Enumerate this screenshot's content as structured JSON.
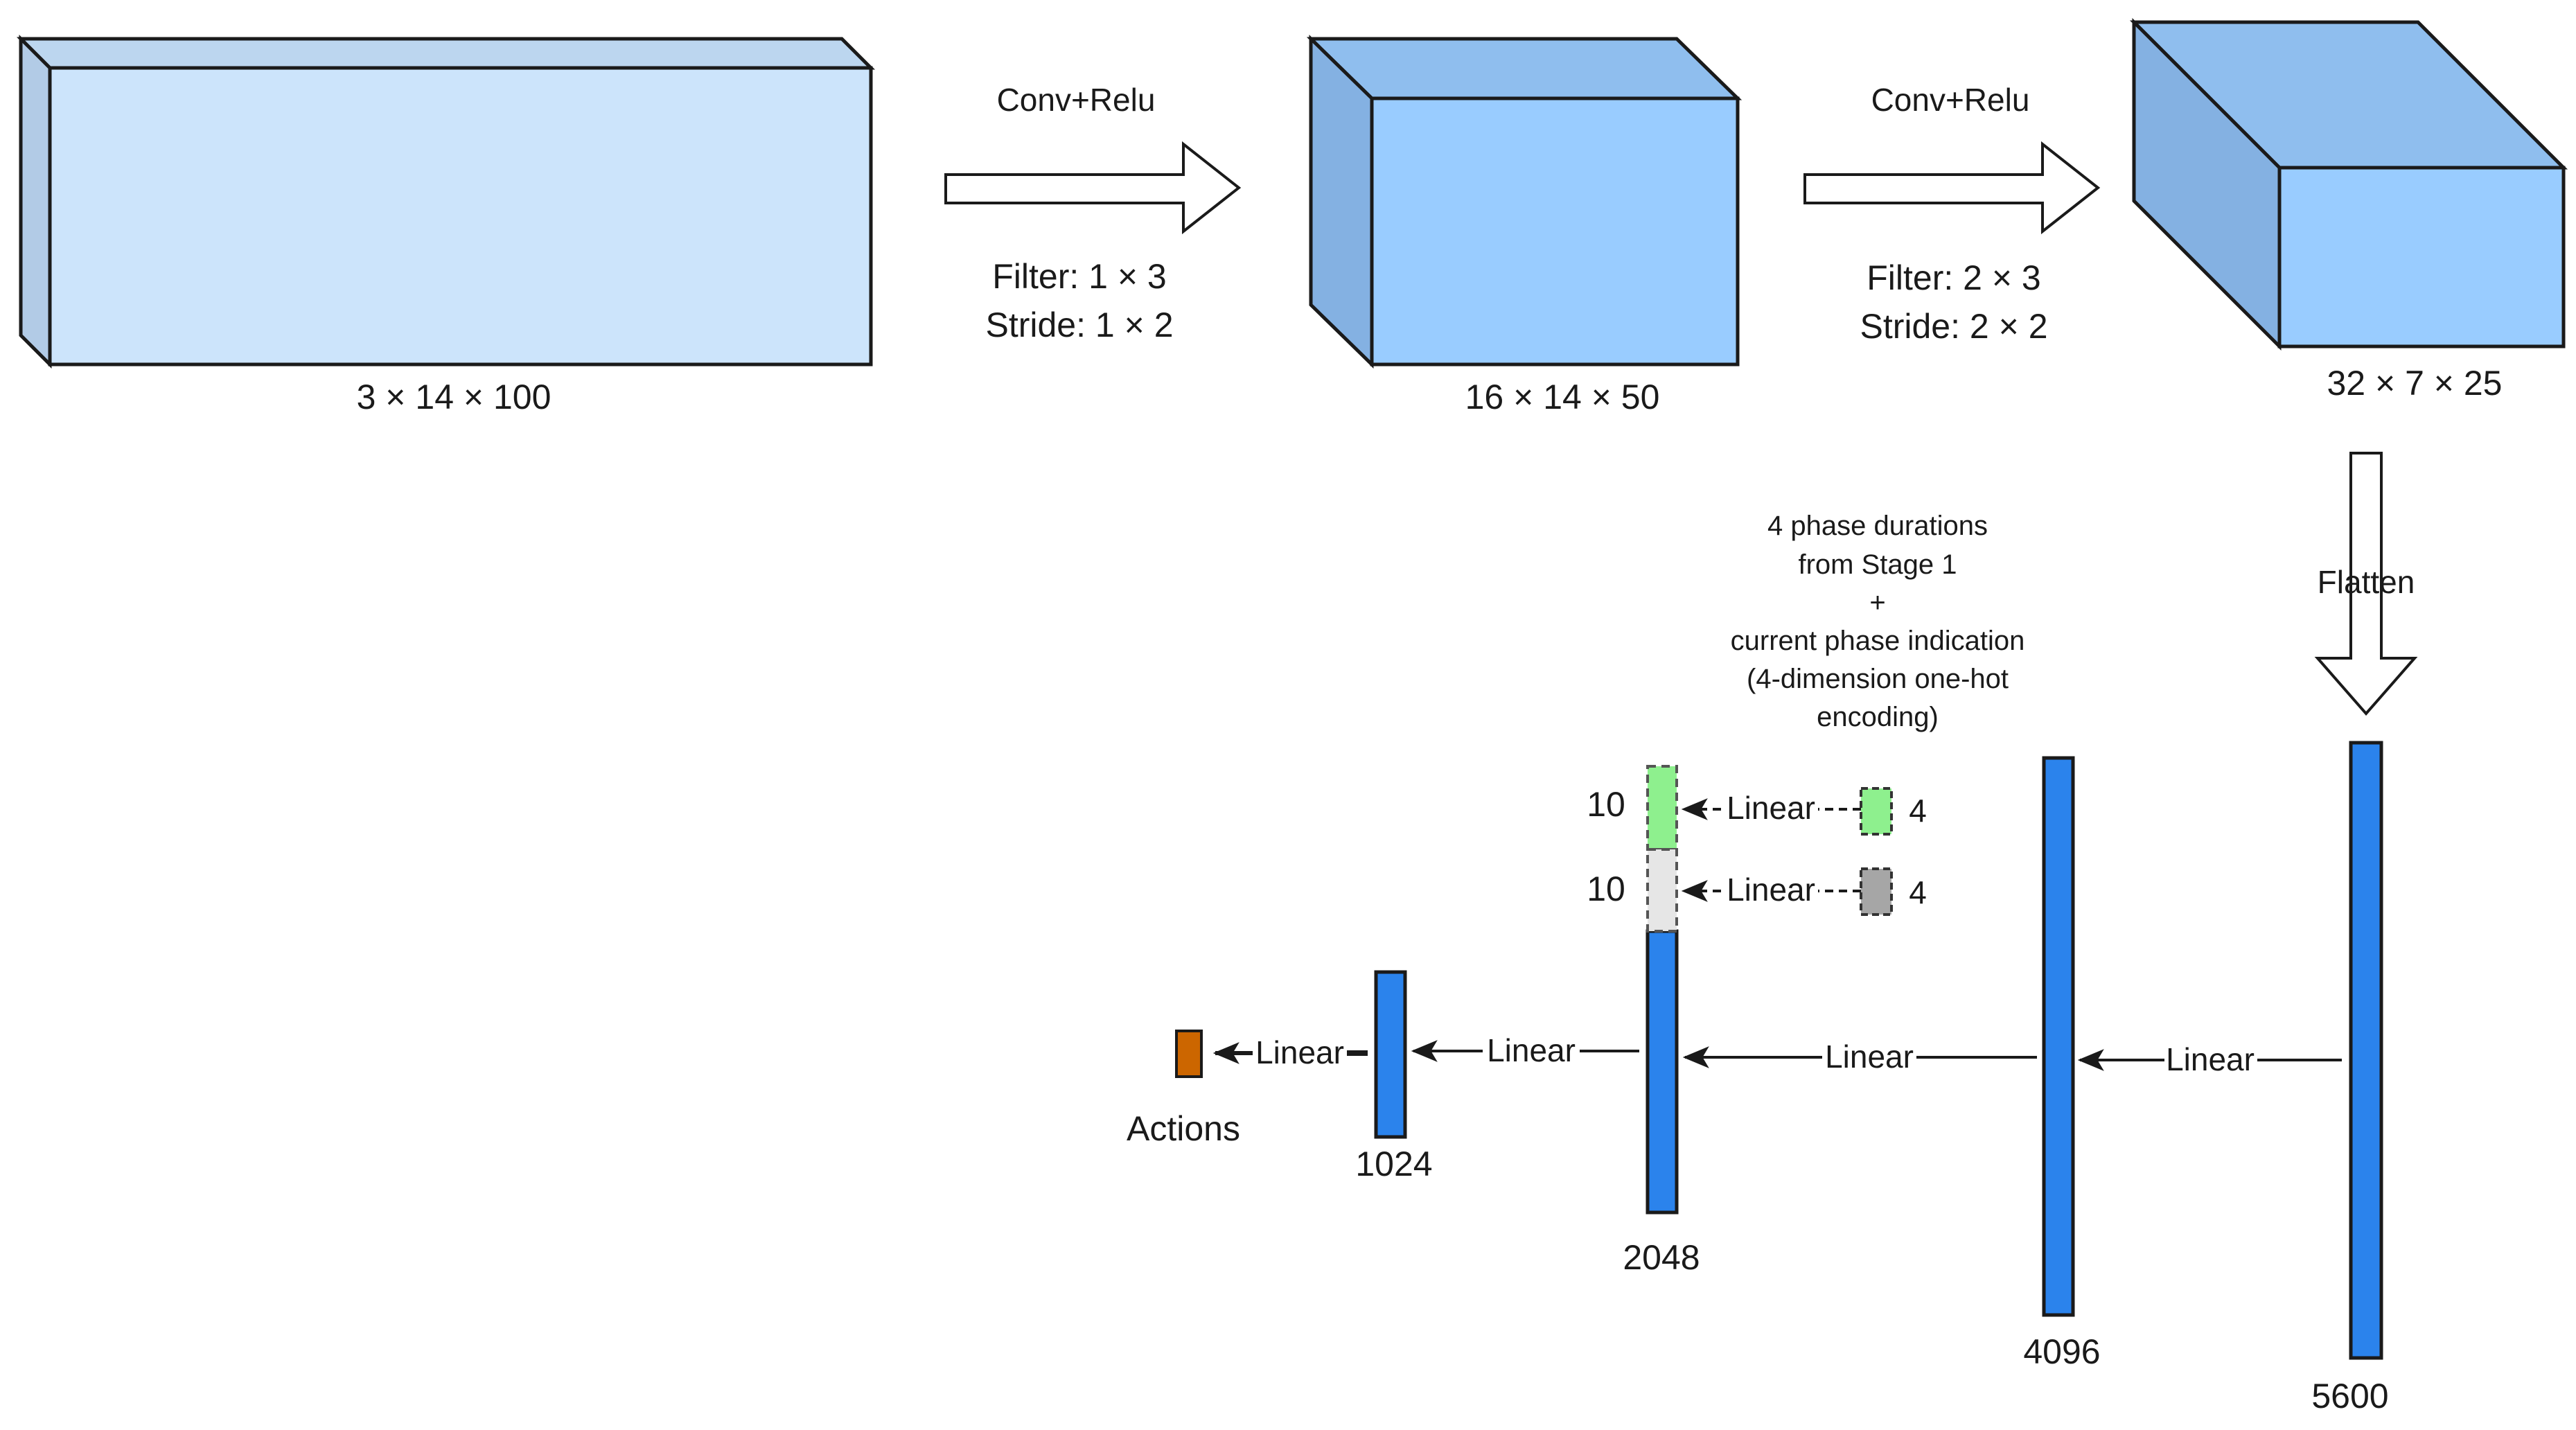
{
  "colors": {
    "volume1_front": "#cce4fb",
    "volume1_top": "#bcd6ef",
    "volume1_side": "#b2cbe6",
    "volume2_front": "#99ccff",
    "volume2_top": "#8fbeee",
    "volume2_side": "#84b1e2",
    "volume3_front": "#99ccff",
    "volume3_top": "#8fbeee",
    "volume3_side": "#84b1e2",
    "fc_blue": "#2b83ec",
    "aux_green": "#8ef08e",
    "aux_gray": "#a6a6a6",
    "aux_light": "#e6e6e6",
    "output_orange": "#cc6600",
    "stroke": "#1a1a1a",
    "hollow_arrow_fill": "#ffffff"
  },
  "volumes": {
    "input": {
      "label": "3 × 14 × 100"
    },
    "conv1": {
      "label": "16 × 14 × 50"
    },
    "conv2": {
      "label": "32 × 7 × 25"
    }
  },
  "conv_ops": {
    "op1": {
      "title": "Conv+Relu",
      "filter": "Filter: 1 × 3",
      "stride": "Stride: 1 × 2"
    },
    "op2": {
      "title": "Conv+Relu",
      "filter": "Filter: 2 × 3",
      "stride": "Stride: 2 × 2"
    }
  },
  "flatten": {
    "label": "Flatten"
  },
  "fc_layers": {
    "fc5600": {
      "label": "5600"
    },
    "fc4096": {
      "label": "4096"
    },
    "fc2048": {
      "label": "2048"
    },
    "fc1024": {
      "label": "1024"
    }
  },
  "linear_label": "Linear",
  "aux_inputs": {
    "caption": [
      "4 phase durations",
      "from Stage 1",
      "+",
      "current phase indication",
      "(4-dimension one-hot",
      "encoding)"
    ],
    "phase_in": {
      "size": "4",
      "embedded": "10"
    },
    "duration_in": {
      "size": "4",
      "embedded": "10"
    }
  },
  "output": {
    "label": "Actions"
  }
}
